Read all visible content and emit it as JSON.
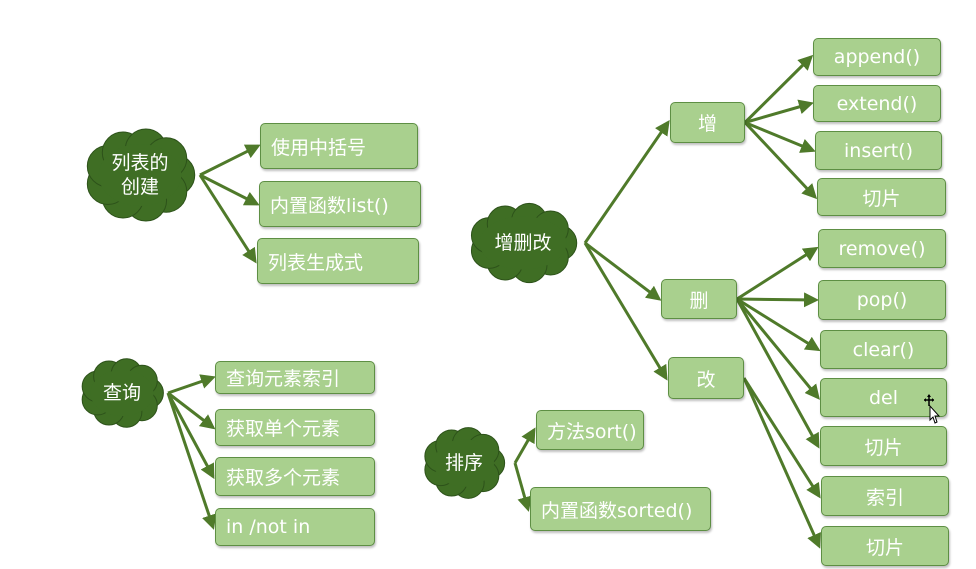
{
  "colors": {
    "edge": "#4f7a2a",
    "cloud": "#3f6e24",
    "box": "#a9d08e",
    "box_border": "#5e8f44",
    "text": "#ffffff"
  },
  "groups": [
    {
      "id": "create",
      "label": "列表的\n创建",
      "items": [
        "使用中括号",
        "内置函数list()",
        "列表生成式"
      ]
    },
    {
      "id": "query",
      "label": "查询",
      "items": [
        "查询元素索引",
        "获取单个元素",
        "获取多个元素",
        "in  /not in"
      ]
    },
    {
      "id": "sort",
      "label": "排序",
      "items": [
        "方法sort()",
        "内置函数sorted()"
      ]
    },
    {
      "id": "crud",
      "label": "增删改",
      "branches": [
        {
          "id": "add",
          "label": "增",
          "items": [
            "append()",
            "extend()",
            "insert()",
            "切片"
          ]
        },
        {
          "id": "delete",
          "label": "删",
          "items": [
            "remove()",
            "pop()",
            "clear()",
            "del",
            "切片"
          ]
        },
        {
          "id": "modify",
          "label": "改",
          "items": [
            "索引",
            "切片"
          ]
        }
      ]
    }
  ],
  "cursor_icon": "move-cursor-icon"
}
